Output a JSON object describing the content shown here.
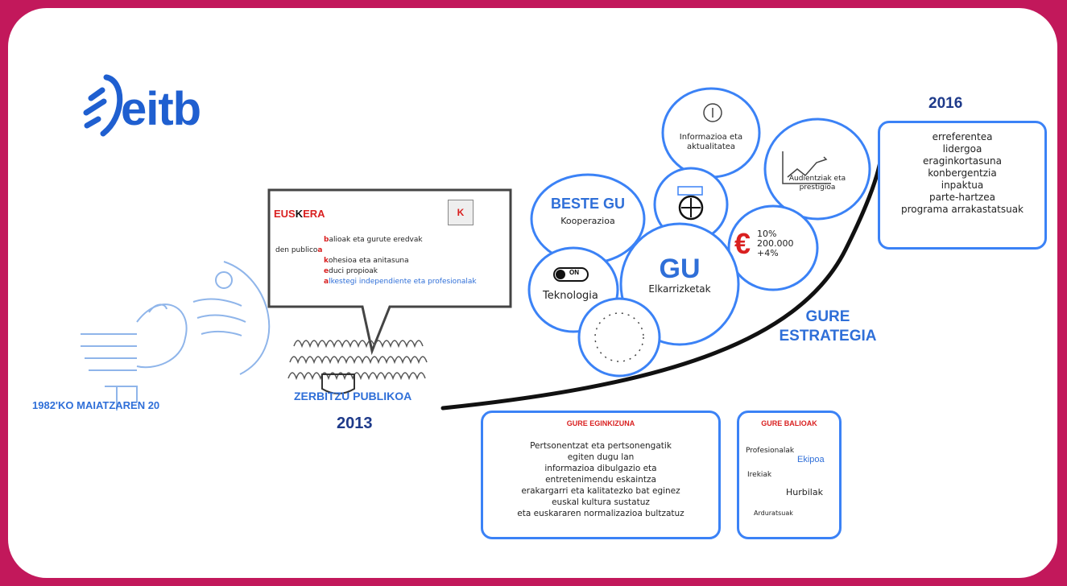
{
  "logo": {
    "text": "eitb",
    "color": "#1f5fd0"
  },
  "timeline": {
    "date_1982": "1982'KO MAIATZAREN 20",
    "public_service": "ZERBITZU PUBLIKOA",
    "year_2013": "2013",
    "year_2016": "2016",
    "strategy_line1": "GURE",
    "strategy_line2": "ESTRATEGIA"
  },
  "speech_bubble": {
    "title_pre": "EUS",
    "title_k": "K",
    "title_post": "ERA",
    "stamp": "K",
    "lines": [
      {
        "letter": "b",
        "text": "alioak eta gurute eredvak"
      },
      {
        "prefix": "den publico",
        "letter": "a",
        "text": ""
      },
      {
        "letter": "k",
        "text": "ohesioa eta anitasuna"
      },
      {
        "letter": "e",
        "text": "duci propioak"
      },
      {
        "letter": "a",
        "text": "lkestegi independiente eta profesionalak"
      }
    ]
  },
  "bubbles": {
    "beste_gu": "BESTE GU",
    "beste_gu_sub": "Kooperazioa",
    "informazioa": [
      "Informazioa eta",
      "aktualitatea"
    ],
    "audientziak": [
      "Audientziak eta",
      "prestigioa"
    ],
    "gu": "GU",
    "gu_sub": "Elkarrizketak",
    "toggle_label": "ON",
    "teknologia": "Teknologia",
    "euro_stats": [
      "10%",
      "200.000",
      "+4%"
    ],
    "euro_symbol": "€"
  },
  "goals_2016": [
    "erreferentea",
    "lidergoa",
    "eraginkortasuna",
    "konbergentzia",
    "inpaktua",
    "parte-hartzea",
    "programa arrakastatsuak"
  ],
  "mission": {
    "title": "GURE EGINKIZUNA",
    "lines": [
      "Pertsonentzat eta pertsonengatik",
      "egiten dugu lan",
      "informazioa dibulgazio eta",
      "entretenimendu eskaintza",
      "erakargarri eta kalitatezko bat eginez",
      "euskal kultura sustatuz",
      "eta euskararen normalizazioa bultzatuz"
    ]
  },
  "values": {
    "title": "GURE BALIOAK",
    "profesionalak": "Profesionalak",
    "ekipoa": "Ekipoa",
    "irekiak": "Irekiak",
    "hurbilak": "Hurbilak",
    "arduratsuak": "Arduratsuak"
  }
}
